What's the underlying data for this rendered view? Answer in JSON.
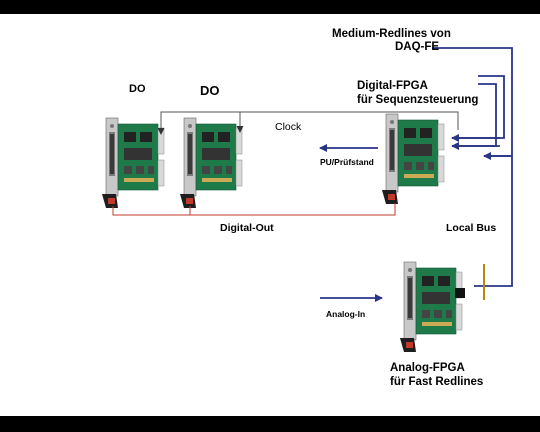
{
  "labels": {
    "medium_line1": "Medium-Redlines von",
    "medium_line2": "DAQ-FE",
    "do_1": "DO",
    "do_2": "DO",
    "digital_fpga_line1": "Digital-FPGA",
    "digital_fpga_line2": "für Sequenzsteuerung",
    "clock": "Clock",
    "pu_pruefstand": "PU/Prüfstand",
    "digital_out": "Digital-Out",
    "local_bus": "Local Bus",
    "analog_in": "Analog-In",
    "analog_fpga_line1": "Analog-FPGA",
    "analog_fpga_line2": "für Fast Redlines"
  },
  "colors": {
    "background_frame": "#000000",
    "canvas": "#ffffff",
    "arrow_blue": "#2a3585",
    "digital_out_red": "#c0392b",
    "clock_gray": "#555555",
    "board_green": "#1f7a4a",
    "local_bus_gold": "#b8860b"
  }
}
